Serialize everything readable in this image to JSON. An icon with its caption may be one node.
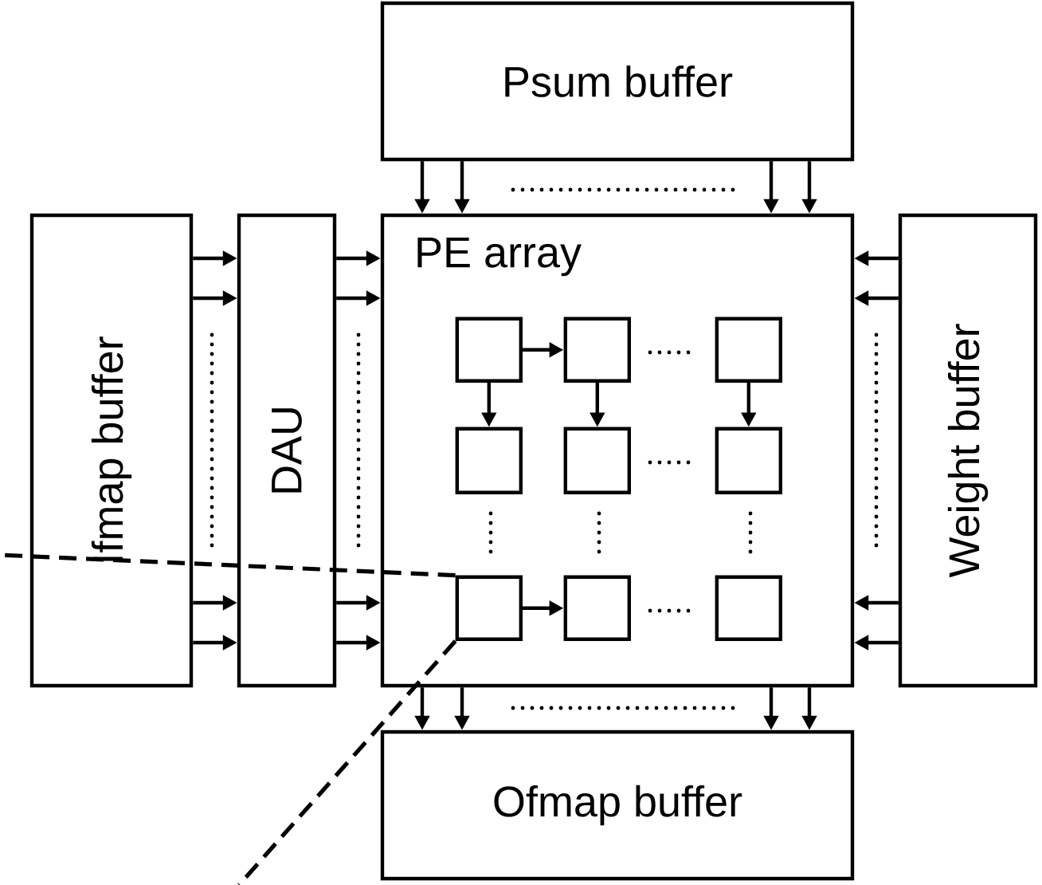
{
  "diagram": {
    "nodes": [
      {
        "text": [
          "Psum buffer"
        ]
      },
      {
        "text": [
          "Ifmap buffer"
        ]
      },
      {
        "text": [
          "DAU"
        ]
      },
      {
        "text": [
          "PE array"
        ]
      },
      {
        "text": [],
        "shape": "box",
        "in": 3
      },
      {
        "text": [],
        "shape": "box",
        "in": 3
      },
      {
        "text": [],
        "shape": "box",
        "in": 3
      },
      {
        "text": [],
        "shape": "box",
        "in": 3
      },
      {
        "text": [],
        "shape": "box",
        "in": 3
      },
      {
        "text": [],
        "shape": "box",
        "in": 3
      },
      {
        "text": [],
        "shape": "box",
        "in": 3
      },
      {
        "text": [],
        "shape": "box",
        "in": 3
      },
      {
        "text": [],
        "shape": "box",
        "in": 3
      },
      {
        "text": [
          "Weight buffer"
        ]
      },
      {
        "text": [
          "Ofmap buffer"
        ]
      }
    ],
    "edges": [
      {
        "from": 0,
        "to": 3,
        "arrow": "to"
      },
      {
        "from": 0,
        "to": 3,
        "arrow": "to"
      },
      {
        "from": 0,
        "to": 3,
        "arrow": "to"
      },
      {
        "from": 0,
        "to": 3,
        "arrow": "to"
      },
      {
        "from": 1,
        "to": 2,
        "arrow": "to"
      },
      {
        "from": 1,
        "to": 2,
        "arrow": "to"
      },
      {
        "from": 1,
        "to": 2,
        "arrow": "to"
      },
      {
        "from": 1,
        "to": 2,
        "arrow": "to"
      },
      {
        "from": 2,
        "to": 3,
        "arrow": "to"
      },
      {
        "from": 2,
        "to": 3,
        "arrow": "to"
      },
      {
        "from": 2,
        "to": 3,
        "arrow": "to"
      },
      {
        "from": 2,
        "to": 3,
        "arrow": "to"
      },
      {
        "from": 13,
        "to": 3,
        "arrow": "to"
      },
      {
        "from": 13,
        "to": 3,
        "arrow": "to"
      },
      {
        "from": 13,
        "to": 3,
        "arrow": "to"
      },
      {
        "from": 13,
        "to": 3,
        "arrow": "to"
      },
      {
        "from": 3,
        "to": 14,
        "arrow": "to"
      },
      {
        "from": 3,
        "to": 14,
        "arrow": "to"
      },
      {
        "from": 3,
        "to": 14,
        "arrow": "to"
      },
      {
        "from": 3,
        "to": 14,
        "arrow": "to"
      },
      {
        "from": 4,
        "to": 5,
        "arrow": "to"
      },
      {
        "from": 4,
        "to": 7,
        "arrow": "to"
      },
      {
        "from": 5,
        "to": 8,
        "arrow": "to"
      },
      {
        "from": 6,
        "to": 9,
        "arrow": "to"
      },
      {
        "from": 10,
        "to": 11,
        "arrow": "to"
      },
      {
        "from": 10,
        "to": null,
        "arrow": "none",
        "style": "dashed"
      },
      {
        "from": 10,
        "to": null,
        "arrow": "none",
        "style": "dashed"
      }
    ]
  }
}
